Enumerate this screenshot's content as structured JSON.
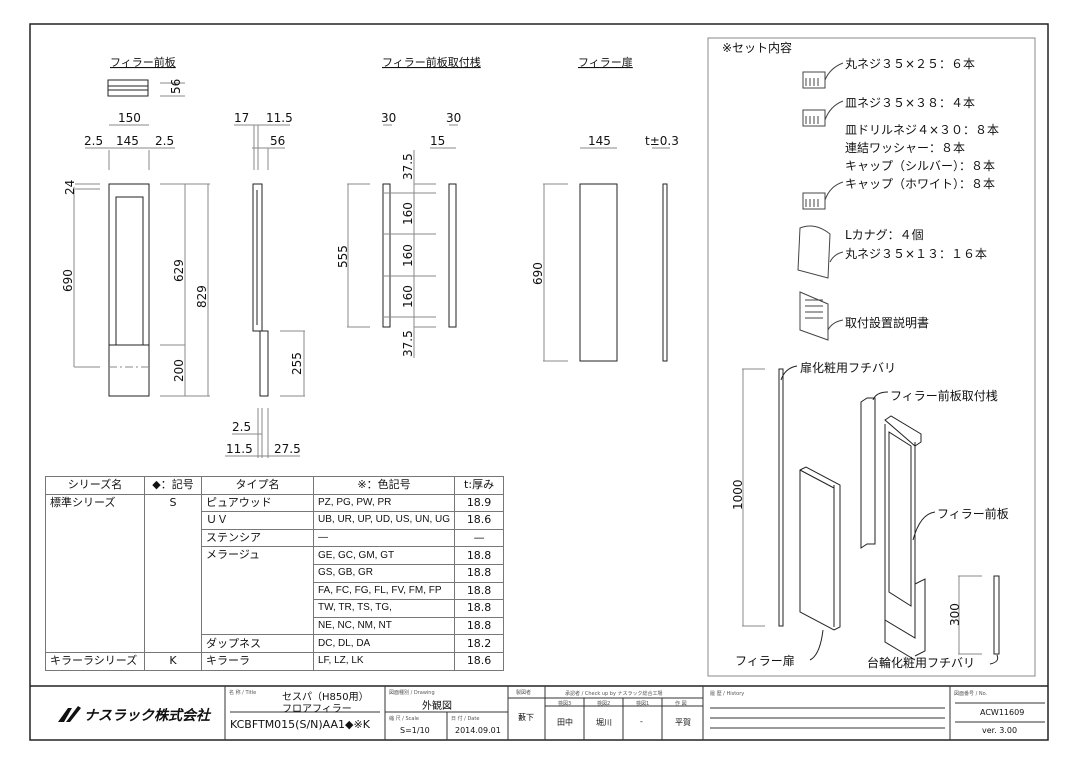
{
  "views": {
    "front_panel": {
      "title": "フィラー前板",
      "dims": {
        "top_depth": "56",
        "width": "150",
        "side_l": "2.5",
        "inner": "145",
        "side_r": "2.5",
        "top": "24",
        "h690": "690",
        "h629": "629",
        "h829": "829",
        "h200": "200"
      }
    },
    "side": {
      "dims": {
        "d17": "17",
        "d11": "11.5",
        "d56": "56",
        "d255": "255",
        "b25": "2.5",
        "b115": "11.5",
        "b275": "27.5"
      }
    },
    "batten": {
      "title": "フィラー前板取付桟",
      "dims": {
        "w1": "30",
        "w2": "30",
        "d15": "15",
        "h555": "555",
        "top": "37.5",
        "p1": "160",
        "p2": "160",
        "p3": "160",
        "bot": "37.5"
      }
    },
    "door": {
      "title": "フィラー扉",
      "dims": {
        "w": "145",
        "t": "t±0.3",
        "h": "690"
      }
    }
  },
  "set_contents": {
    "title": "※セット内容",
    "items": [
      "丸ネジ３５×２５：６本",
      "皿ネジ３５×３８：４本",
      "皿ドリルネジ４×３０：８本",
      "連結ワッシャー：８本",
      "キャップ（シルバー）：８本",
      "キャップ（ホワイト）：８本",
      "Lカナグ：４個",
      "丸ネジ３５×１３：１６本",
      "取付設置説明書"
    ],
    "parts": {
      "door_trim": "扉化粧用フチバリ",
      "batten": "フィラー前板取付桟",
      "front_panel": "フィラー前板",
      "door": "フィラー扉",
      "base_trim": "台輪化粧用フチバリ",
      "h1000": "1000",
      "h300": "300"
    }
  },
  "spec_table": {
    "headers": [
      "シリーズ名",
      "◆：記号",
      "タイプ名",
      "※：色記号",
      "t:厚み"
    ],
    "rows": [
      [
        "標準シリーズ",
        "S",
        "ピュアウッド",
        "PZ, PG, PW, PR",
        "18.9"
      ],
      [
        "",
        "",
        "ＵＶ",
        "UB, UR, UP, UD, US, UN, UG",
        "18.6"
      ],
      [
        "",
        "",
        "ステンシア",
        "—",
        "—"
      ],
      [
        "",
        "",
        "メラージュ",
        "GE, GC, GM, GT",
        "18.8"
      ],
      [
        "",
        "",
        "",
        "GS, GB, GR",
        "18.8"
      ],
      [
        "",
        "",
        "",
        "FA, FC, FG, FL, FV, FM, FP",
        "18.8"
      ],
      [
        "",
        "",
        "",
        "TW, TR, TS, TG,",
        "18.8"
      ],
      [
        "",
        "",
        "",
        "NE, NC, NM, NT",
        "18.8"
      ],
      [
        "",
        "",
        "ダップネス",
        "DC, DL, DA",
        "18.2"
      ],
      [
        "キラーラシリーズ",
        "K",
        "キラーラ",
        "LF, LZ, LK",
        "18.6"
      ]
    ]
  },
  "title_block": {
    "company": "ナスラック株式会社",
    "title_label": "名 称 / Title",
    "title1": "セスパ（H850用）",
    "title2": "フロアフィラー",
    "model": "KCBFTM015(S/N)AA1◆※K",
    "drawing_label": "図面種別 / Drawing",
    "drawing": "外観図",
    "scale_label": "縮 尺 / Scale",
    "scale": "S=1/10",
    "date_label": "日 付 / Date",
    "date": "2014.09.01",
    "author_label": "製図者",
    "author": "藪下",
    "check_label": "承認者 / Check up by ナスラック総合工場",
    "check_cols": [
      "検図3",
      "検図2",
      "検図1",
      "作 図"
    ],
    "check_vals": [
      "田中",
      "堀川",
      "-",
      "平賀"
    ],
    "history_label": "履 歴 / History",
    "no_label": "図面番号 / No.",
    "no": "ACW11609",
    "ver": "ver. 3.00"
  }
}
